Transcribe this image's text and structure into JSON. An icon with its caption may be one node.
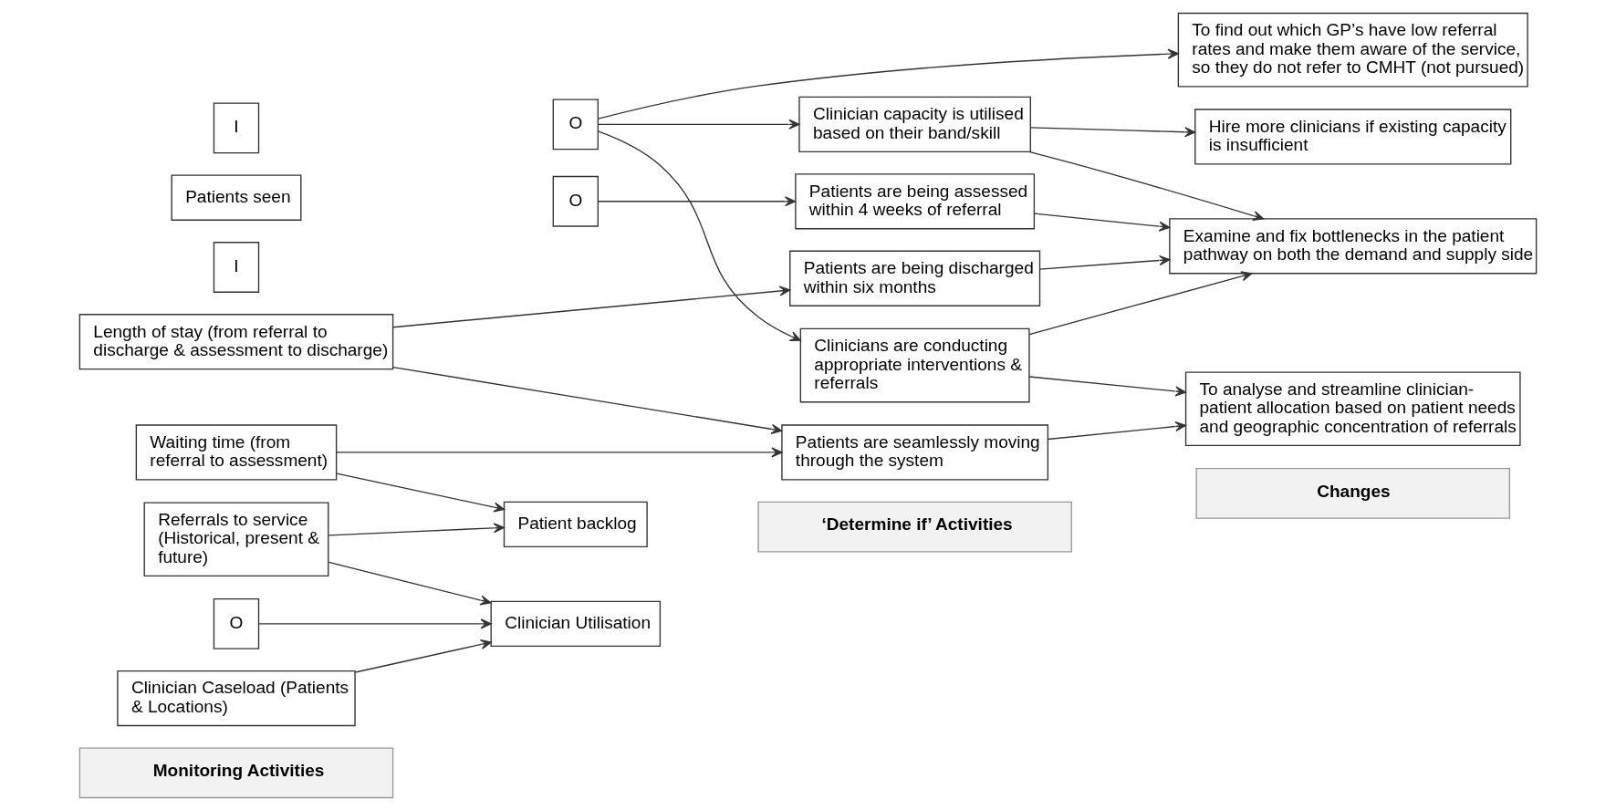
{
  "diagram": {
    "nodes": [
      {
        "text": [
          "Monitoring Activities"
        ]
      },
      {
        "text": [
          "‘Determine if’ Activities"
        ]
      },
      {
        "text": [
          "Changes"
        ]
      },
      {
        "text": [
          "Length of stay (from referral to discharge & assessment to discharge)"
        ]
      },
      {
        "text": [
          "Waiting time (from referral to assessment)"
        ]
      },
      {
        "text": [
          "Patient backlog"
        ]
      },
      {
        "text": [
          "O"
        ]
      },
      {
        "text": [
          "Referrals to service (Historical, present & future)"
        ]
      },
      {
        "text": [
          "I"
        ]
      },
      {
        "text": [
          "Patients seen"
        ]
      },
      {
        "text": [
          "O"
        ]
      },
      {
        "text": [
          "Clinician Caseload (Patients & Locations)"
        ]
      },
      {
        "text": [
          "I"
        ]
      },
      {
        "text": [
          "Clinician Utilisation"
        ]
      },
      {
        "text": [
          "O"
        ]
      },
      {
        "text": [
          "Patients are seamlessly moving through the system"
        ]
      },
      {
        "text": [
          "Patients are being discharged within six months"
        ]
      },
      {
        "text": [
          "Patients are being assessed within 4 weeks of referral"
        ]
      },
      {
        "text": [
          "Clinicians are conducting appropriate interventions & referrals"
        ]
      },
      {
        "text": [
          "Clinician capacity is utilised based on their band/skill"
        ]
      },
      {
        "text": [
          "To analyse and streamline clinician-patient allocation based on patient needs and geographic concentration of referrals"
        ]
      },
      {
        "text": [
          "Examine and fix bottlenecks in the patient pathway on both the demand and supply side"
        ]
      },
      {
        "text": [
          "Hire more clinicians if existing capacity is insufficient"
        ]
      },
      {
        "text": [
          "To find out which GP’s have low referral rates and make them aware of the service, so they do not refer to CMHT (not pursued)"
        ]
      }
    ],
    "edges": [
      {
        "from": 3,
        "to": 15,
        "arrow": "to"
      },
      {
        "from": 3,
        "to": 16,
        "arrow": "to"
      },
      {
        "from": 4,
        "to": 15,
        "arrow": "to"
      },
      {
        "from": 4,
        "to": 5,
        "arrow": "to"
      },
      {
        "from": 6,
        "to": 17,
        "arrow": "to"
      },
      {
        "from": 7,
        "to": 5,
        "arrow": "to"
      },
      {
        "from": 7,
        "to": 13,
        "arrow": "to"
      },
      {
        "from": 10,
        "to": 13,
        "arrow": "to"
      },
      {
        "from": 11,
        "to": 13,
        "arrow": "to"
      },
      {
        "from": 14,
        "to": 18,
        "arrow": "to"
      },
      {
        "from": 14,
        "to": 19,
        "arrow": "to"
      },
      {
        "from": 14,
        "to": 23,
        "arrow": "to"
      },
      {
        "from": 15,
        "to": 20,
        "arrow": "to"
      },
      {
        "from": 16,
        "to": 21,
        "arrow": "to"
      },
      {
        "from": 17,
        "to": 21,
        "arrow": "to"
      },
      {
        "from": 18,
        "to": 20,
        "arrow": "to"
      },
      {
        "from": 18,
        "to": 21,
        "arrow": "to"
      },
      {
        "from": 19,
        "to": 21,
        "arrow": "to"
      },
      {
        "from": 19,
        "to": 22,
        "arrow": "to"
      }
    ]
  }
}
